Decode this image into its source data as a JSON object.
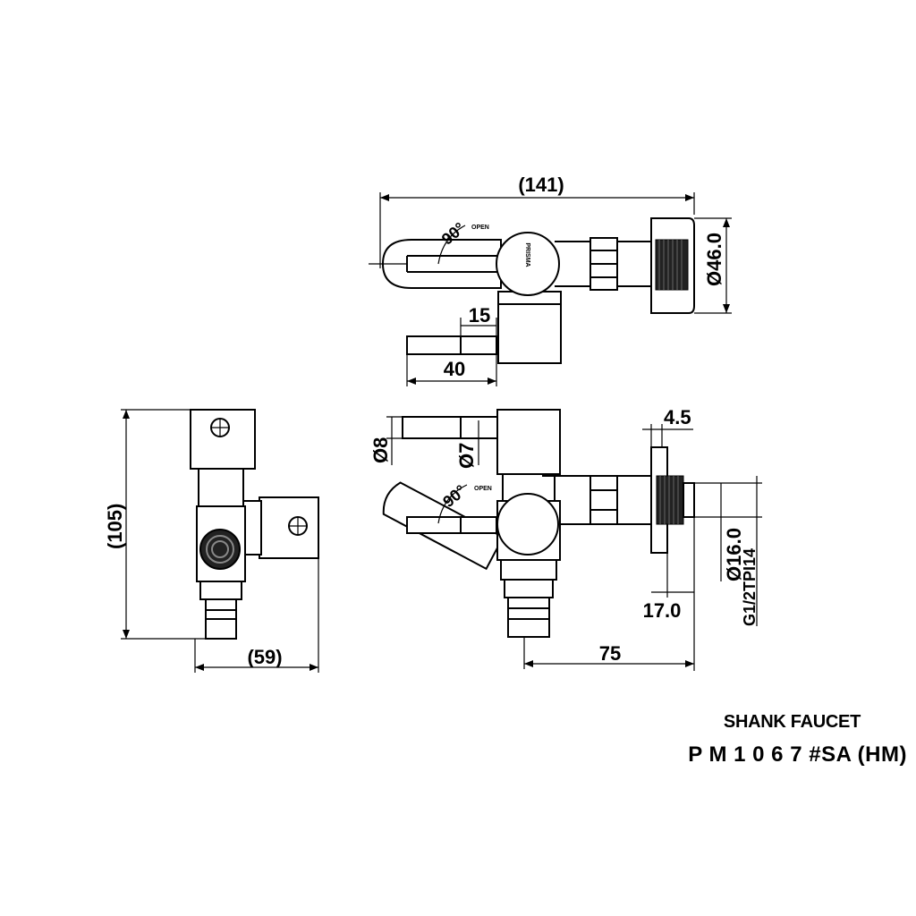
{
  "drawing": {
    "top_view": {
      "width_label": "(141)",
      "diameter_label": "Ø46.0",
      "lever_offset_label": "15",
      "lever_length_label": "40",
      "angle_label": "90°",
      "open_label": "OPEN",
      "brand_label": "PRISMA"
    },
    "front_view": {
      "flange_label": "4.5",
      "handle_dia_label": "Ø8",
      "stem_dia_label": "Ø7",
      "angle_label": "90°",
      "open_label": "OPEN",
      "thread_dia_label": "Ø16.0",
      "thread_label": "G1/2TPI14",
      "thread_length_label": "17.0",
      "depth_label": "75"
    },
    "side_view": {
      "height_label": "(105)",
      "width_label": "(59)"
    }
  },
  "caption": {
    "title": "SHANK FAUCET",
    "model": "P M 1 0 6 7 #SA (HM)"
  }
}
